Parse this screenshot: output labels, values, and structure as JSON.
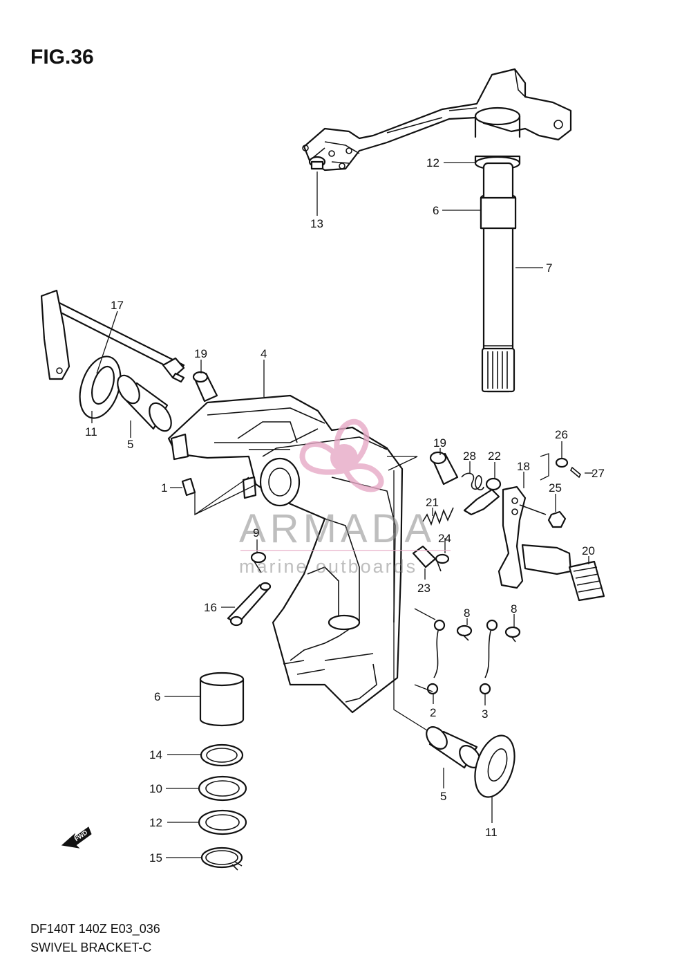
{
  "figure_title": "FIG.36",
  "footer": {
    "model": "DF140T 140Z E03_036",
    "name": "SWIVEL BRACKET-C"
  },
  "watermark": {
    "brand": "ARMADA",
    "tagline": "marine outboards",
    "color": "#e7a9c6"
  },
  "direction_marker": "FWD",
  "callouts": [
    {
      "id": "c12a",
      "number": "12",
      "part": "washer"
    },
    {
      "id": "c6a",
      "number": "6",
      "part": "bushing"
    },
    {
      "id": "c7",
      "number": "7",
      "part": "steering-shaft"
    },
    {
      "id": "c13",
      "number": "13",
      "part": "bolt"
    },
    {
      "id": "c17",
      "number": "17",
      "part": "tilt-rod"
    },
    {
      "id": "c19a",
      "number": "19",
      "part": "bushing"
    },
    {
      "id": "c4",
      "number": "4",
      "part": "swivel-bracket"
    },
    {
      "id": "c11a",
      "number": "11",
      "part": "washer"
    },
    {
      "id": "c5a",
      "number": "5",
      "part": "bushing"
    },
    {
      "id": "c1",
      "number": "1",
      "part": "grease-nipple"
    },
    {
      "id": "c19b",
      "number": "19",
      "part": "bushing"
    },
    {
      "id": "c28",
      "number": "28",
      "part": "spring"
    },
    {
      "id": "c22",
      "number": "22",
      "part": "clip"
    },
    {
      "id": "c18",
      "number": "18",
      "part": "tilt-lever"
    },
    {
      "id": "c26",
      "number": "26",
      "part": "washer"
    },
    {
      "id": "c27",
      "number": "27",
      "part": "cotter-pin"
    },
    {
      "id": "c25",
      "number": "25",
      "part": "nut"
    },
    {
      "id": "c21",
      "number": "21",
      "part": "spring"
    },
    {
      "id": "c24",
      "number": "24",
      "part": "screw"
    },
    {
      "id": "c9",
      "number": "9",
      "part": "bolt"
    },
    {
      "id": "c23",
      "number": "23",
      "part": "plate"
    },
    {
      "id": "c20",
      "number": "20",
      "part": "grip"
    },
    {
      "id": "c16",
      "number": "16",
      "part": "lever"
    },
    {
      "id": "c8a",
      "number": "8",
      "part": "screw"
    },
    {
      "id": "c8b",
      "number": "8",
      "part": "screw"
    },
    {
      "id": "c2",
      "number": "2",
      "part": "ground-wire"
    },
    {
      "id": "c3",
      "number": "3",
      "part": "ground-wire"
    },
    {
      "id": "c6b",
      "number": "6",
      "part": "bushing"
    },
    {
      "id": "c14",
      "number": "14",
      "part": "washer"
    },
    {
      "id": "c10",
      "number": "10",
      "part": "washer"
    },
    {
      "id": "c12b",
      "number": "12",
      "part": "washer"
    },
    {
      "id": "c15",
      "number": "15",
      "part": "snap-ring"
    },
    {
      "id": "c5b",
      "number": "5",
      "part": "bushing"
    },
    {
      "id": "c11b",
      "number": "11",
      "part": "washer"
    }
  ]
}
